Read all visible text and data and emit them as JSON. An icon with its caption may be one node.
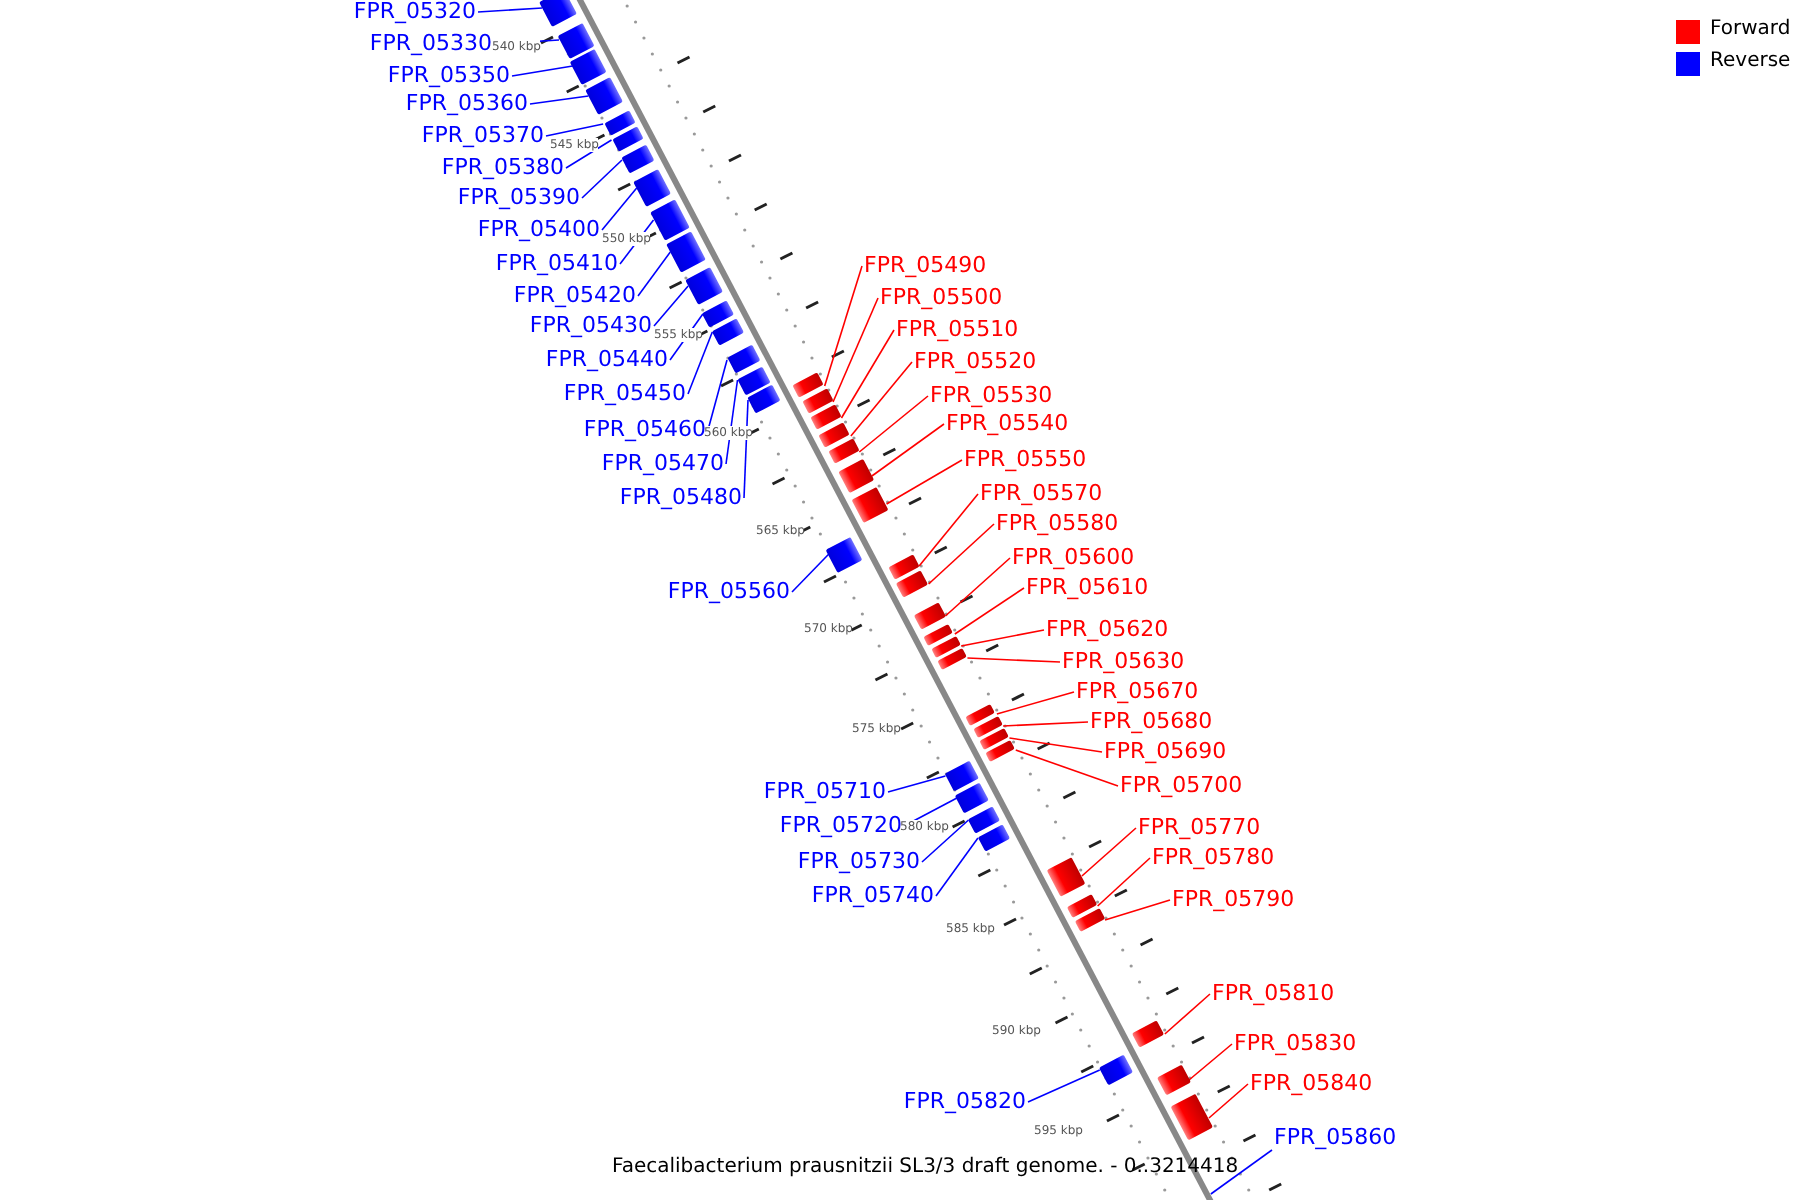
{
  "diagram": {
    "caption": "Faecalibacterium prausnitzii SL3/3 draft genome. - 0..3214418",
    "nodes": [
      {
        "text": [
          "FPR_05320"
        ]
      },
      {
        "text": [],
        "shape": "box"
      },
      {
        "text": [
          "FPR_05330"
        ]
      },
      {
        "text": [],
        "shape": "box"
      },
      {
        "text": [
          "FPR_05350"
        ]
      },
      {
        "text": [],
        "shape": "box"
      },
      {
        "text": [
          "FPR_05360"
        ]
      },
      {
        "text": [],
        "shape": "box"
      },
      {
        "text": [
          "FPR_05370"
        ]
      },
      {
        "text": [],
        "shape": "box"
      },
      {
        "text": [
          "FPR_05380"
        ]
      },
      {
        "text": [],
        "shape": "box"
      },
      {
        "text": [
          "FPR_05390"
        ]
      },
      {
        "text": [],
        "shape": "box"
      },
      {
        "text": [
          "FPR_05400"
        ]
      },
      {
        "text": [],
        "shape": "box"
      },
      {
        "text": [
          "FPR_05410"
        ]
      },
      {
        "text": [],
        "shape": "box"
      },
      {
        "text": [
          "FPR_05420"
        ]
      },
      {
        "text": [],
        "shape": "box"
      },
      {
        "text": [
          "FPR_05430"
        ]
      },
      {
        "text": [],
        "shape": "box"
      },
      {
        "text": [
          "FPR_05440"
        ]
      },
      {
        "text": [],
        "shape": "box"
      },
      {
        "text": [
          "FPR_05450"
        ]
      },
      {
        "text": [],
        "shape": "box"
      },
      {
        "text": [
          "FPR_05460"
        ]
      },
      {
        "text": [],
        "shape": "box"
      },
      {
        "text": [
          "FPR_05470"
        ]
      },
      {
        "text": [],
        "shape": "box"
      },
      {
        "text": [
          "FPR_05480"
        ]
      },
      {
        "text": [],
        "shape": "box"
      },
      {
        "text": [
          "FPR_05490"
        ]
      },
      {
        "text": [],
        "shape": "box"
      },
      {
        "text": [
          "FPR_05500"
        ]
      },
      {
        "text": [],
        "shape": "box"
      },
      {
        "text": [
          "FPR_05510"
        ]
      },
      {
        "text": [],
        "shape": "box"
      },
      {
        "text": [
          "FPR_05520"
        ]
      },
      {
        "text": [],
        "shape": "box"
      },
      {
        "text": [
          "FPR_05530"
        ]
      },
      {
        "text": [],
        "shape": "box"
      },
      {
        "text": [
          "FPR_05540"
        ]
      },
      {
        "text": [],
        "shape": "box"
      },
      {
        "text": [
          "FPR_05550"
        ]
      },
      {
        "text": [],
        "shape": "box"
      },
      {
        "text": [
          "FPR_05560"
        ]
      },
      {
        "text": [],
        "shape": "box"
      },
      {
        "text": [
          "FPR_05570"
        ]
      },
      {
        "text": [],
        "shape": "box"
      },
      {
        "text": [
          "FPR_05580"
        ]
      },
      {
        "text": [],
        "shape": "box"
      },
      {
        "text": [
          "FPR_05600"
        ]
      },
      {
        "text": [],
        "shape": "box"
      },
      {
        "text": [
          "FPR_05610"
        ]
      },
      {
        "text": [],
        "shape": "box"
      },
      {
        "text": [
          "FPR_05620"
        ]
      },
      {
        "text": [],
        "shape": "box"
      },
      {
        "text": [
          "FPR_05630"
        ]
      },
      {
        "text": [],
        "shape": "box"
      },
      {
        "text": [
          "FPR_05670"
        ]
      },
      {
        "text": [],
        "shape": "box"
      },
      {
        "text": [
          "FPR_05680"
        ]
      },
      {
        "text": [],
        "shape": "box"
      },
      {
        "text": [
          "FPR_05690"
        ]
      },
      {
        "text": [],
        "shape": "box"
      },
      {
        "text": [
          "FPR_05700"
        ]
      },
      {
        "text": [],
        "shape": "box"
      },
      {
        "text": [
          "FPR_05710"
        ]
      },
      {
        "text": [],
        "shape": "box"
      },
      {
        "text": [
          "FPR_05720"
        ]
      },
      {
        "text": [],
        "shape": "box"
      },
      {
        "text": [
          "FPR_05730"
        ]
      },
      {
        "text": [],
        "shape": "box"
      },
      {
        "text": [
          "FPR_05740"
        ]
      },
      {
        "text": [],
        "shape": "box"
      },
      {
        "text": [
          "FPR_05770"
        ]
      },
      {
        "text": [],
        "shape": "box"
      },
      {
        "text": [
          "FPR_05780"
        ]
      },
      {
        "text": [],
        "shape": "box"
      },
      {
        "text": [
          "FPR_05790"
        ]
      },
      {
        "text": [],
        "shape": "box"
      },
      {
        "text": [
          "FPR_05810"
        ]
      },
      {
        "text": [],
        "shape": "box"
      },
      {
        "text": [
          "FPR_05820"
        ]
      },
      {
        "text": [],
        "shape": "box"
      },
      {
        "text": [
          "FPR_05830"
        ]
      },
      {
        "text": [],
        "shape": "box"
      },
      {
        "text": [
          "FPR_05840"
        ]
      },
      {
        "text": [],
        "shape": "box"
      },
      {
        "text": [
          "FPR_05860"
        ]
      }
    ],
    "edges": [
      {
        "from": 0,
        "to": 1,
        "arrow": "none"
      },
      {
        "from": 2,
        "to": 3,
        "arrow": "none"
      },
      {
        "from": 4,
        "to": 5,
        "arrow": "none"
      },
      {
        "from": 6,
        "to": 7,
        "arrow": "none"
      },
      {
        "from": 8,
        "to": 9,
        "arrow": "none"
      },
      {
        "from": 10,
        "to": 11,
        "arrow": "none"
      },
      {
        "from": 12,
        "to": 13,
        "arrow": "none"
      },
      {
        "from": 14,
        "to": 15,
        "arrow": "none"
      },
      {
        "from": 16,
        "to": 17,
        "arrow": "none"
      },
      {
        "from": 18,
        "to": 19,
        "arrow": "none"
      },
      {
        "from": 20,
        "to": 21,
        "arrow": "none"
      },
      {
        "from": 22,
        "to": 23,
        "arrow": "none"
      },
      {
        "from": 24,
        "to": 25,
        "arrow": "none"
      },
      {
        "from": 26,
        "to": 27,
        "arrow": "none"
      },
      {
        "from": 28,
        "to": 29,
        "arrow": "none"
      },
      {
        "from": 30,
        "to": 31,
        "arrow": "none"
      },
      {
        "from": 32,
        "to": 33,
        "arrow": "none",
        "color": "#ff0000"
      },
      {
        "from": 34,
        "to": 35,
        "arrow": "none",
        "color": "#ff0000"
      },
      {
        "from": 36,
        "to": 37,
        "arrow": "none",
        "color": "#ff0000"
      },
      {
        "from": 38,
        "to": 39,
        "arrow": "none",
        "color": "#ff0000"
      },
      {
        "from": 40,
        "to": 41,
        "arrow": "none",
        "color": "#ff0000"
      },
      {
        "from": 42,
        "to": 43,
        "arrow": "none",
        "color": "#ff0000"
      },
      {
        "from": 44,
        "to": 45,
        "arrow": "none",
        "color": "#ff0000"
      },
      {
        "from": 46,
        "to": 47,
        "arrow": "none"
      },
      {
        "from": 48,
        "to": 49,
        "arrow": "none",
        "color": "#ff0000"
      },
      {
        "from": 50,
        "to": 51,
        "arrow": "none",
        "color": "#ff0000"
      },
      {
        "from": 52,
        "to": 53,
        "arrow": "none",
        "color": "#ff0000"
      },
      {
        "from": 54,
        "to": 55,
        "arrow": "none",
        "color": "#ff0000"
      },
      {
        "from": 56,
        "to": 57,
        "arrow": "none",
        "color": "#ff0000"
      },
      {
        "from": 58,
        "to": 59,
        "arrow": "none",
        "color": "#ff0000"
      },
      {
        "from": 60,
        "to": 61,
        "arrow": "none",
        "color": "#ff0000"
      },
      {
        "from": 62,
        "to": 63,
        "arrow": "none",
        "color": "#ff0000"
      },
      {
        "from": 64,
        "to": 65,
        "arrow": "none",
        "color": "#ff0000"
      },
      {
        "from": 66,
        "to": 67,
        "arrow": "none",
        "color": "#ff0000"
      },
      {
        "from": 68,
        "to": 69,
        "arrow": "none"
      },
      {
        "from": 70,
        "to": 71,
        "arrow": "none"
      },
      {
        "from": 72,
        "to": 73,
        "arrow": "none"
      },
      {
        "from": 74,
        "to": 75,
        "arrow": "none"
      },
      {
        "from": 76,
        "to": 77,
        "arrow": "none",
        "color": "#ff0000"
      },
      {
        "from": 78,
        "to": 79,
        "arrow": "none",
        "color": "#ff0000"
      },
      {
        "from": 80,
        "to": 81,
        "arrow": "none",
        "color": "#ff0000"
      },
      {
        "from": 82,
        "to": 83,
        "arrow": "none",
        "color": "#ff0000"
      },
      {
        "from": 84,
        "to": 85,
        "arrow": "none"
      },
      {
        "from": 86,
        "to": 87,
        "arrow": "none",
        "color": "#ff0000"
      },
      {
        "from": 88,
        "to": 89,
        "arrow": "none",
        "color": "#ff0000"
      },
      {
        "from": 90,
        "to": null,
        "arrow": "none"
      }
    ],
    "labels": [
      "540 kbp",
      "545 kbp",
      "550 kbp",
      "555 kbp",
      "560 kbp",
      "565 kbp",
      "570 kbp",
      "575 kbp",
      "580 kbp",
      "585 kbp",
      "590 kbp",
      "595 kbp"
    ],
    "legend": [
      {
        "text": "Forward",
        "color": "#ff0000"
      },
      {
        "text": "Reverse",
        "color": "#0000ff"
      }
    ]
  }
}
